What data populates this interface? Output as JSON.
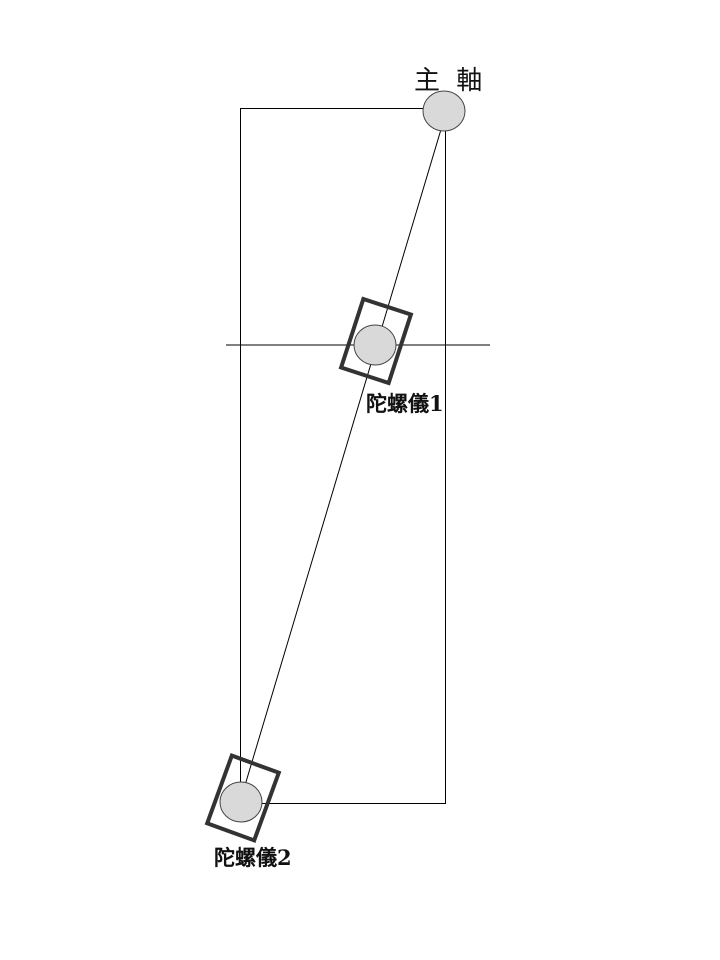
{
  "labels": {
    "main_axis": "主 軸",
    "gyro1": "陀螺儀1",
    "gyro2": "陀螺儀2"
  },
  "colors": {
    "line": "#000000",
    "device_fill": "#d9d9d9",
    "device_stroke": "#333333",
    "frame_stroke": "#333333"
  }
}
